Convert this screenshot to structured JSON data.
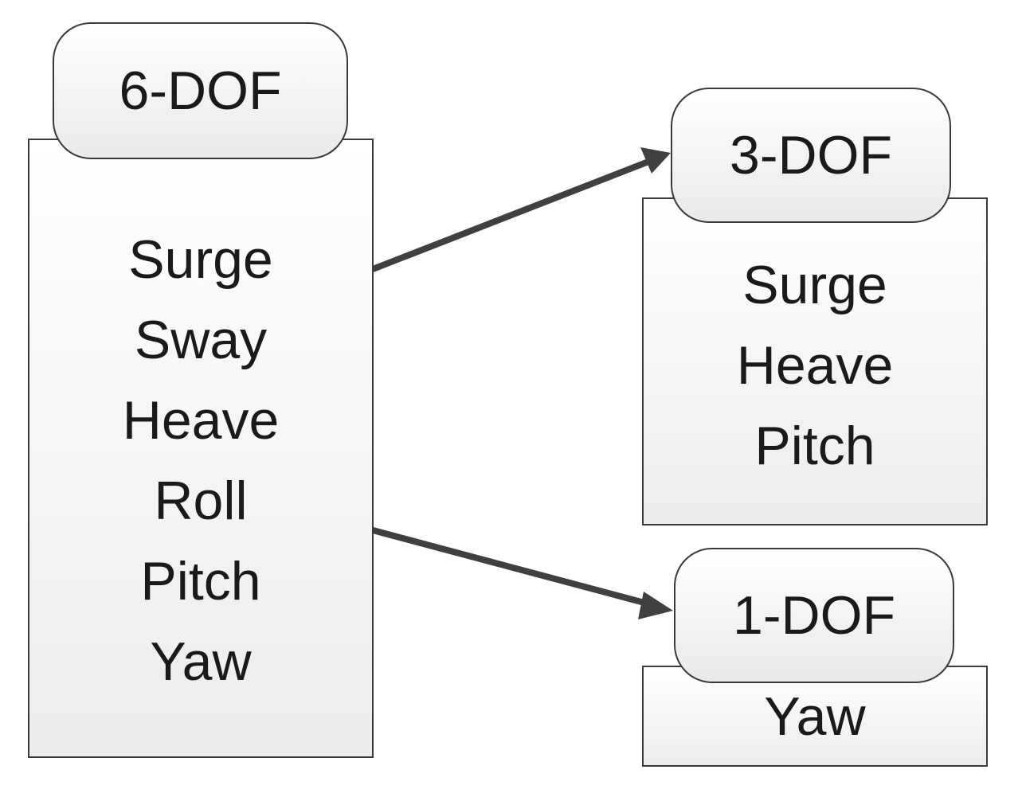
{
  "diagram": {
    "nodes": [
      {
        "id": "six",
        "title": "6-DOF",
        "items": [
          "Surge",
          "Sway",
          "Heave",
          "Roll",
          "Pitch",
          "Yaw"
        ]
      },
      {
        "id": "three",
        "title": "3-DOF",
        "items": [
          "Surge",
          "Heave",
          "Pitch"
        ]
      },
      {
        "id": "one",
        "title": "1-DOF",
        "items": [
          "Yaw"
        ]
      }
    ],
    "edges": [
      {
        "from": "6-DOF",
        "to": "3-DOF"
      },
      {
        "from": "6-DOF",
        "to": "1-DOF"
      }
    ],
    "colors": {
      "stroke": "#3a3a3a",
      "arrow": "#404040",
      "fill_top": "#ffffff",
      "fill_bottom": "#ececec"
    }
  }
}
